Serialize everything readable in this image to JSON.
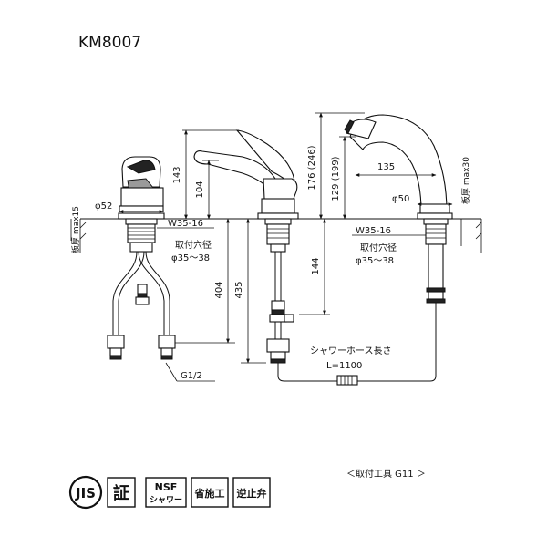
{
  "title": "KM8007",
  "labels": {
    "d52": "φ52",
    "w35_left": "W35-16",
    "hole_left_1": "取付穴径",
    "hole_left_2": "φ35～38",
    "d143": "143",
    "d104": "104",
    "d404": "404",
    "d435": "435",
    "g12": "G1/2",
    "thick_left": "板厚 max15",
    "d176": "176 (246)",
    "d129": "129 (199)",
    "d135": "135",
    "d50": "φ50",
    "thick_right": "板厚 max30",
    "w35_right": "W35-16",
    "hole_right_1": "取付穴径",
    "hole_right_2": "φ35～38",
    "d144": "144",
    "hose_1": "シャワーホース長さ",
    "hose_2": "L=1100",
    "tool": "＜取付工具 G11 ＞"
  },
  "badges": {
    "jis": "JIS",
    "sho": "証",
    "nsf_1": "NSF",
    "nsf_2": "シャワー",
    "seko": "省施工",
    "gyaku": "逆止弁"
  }
}
